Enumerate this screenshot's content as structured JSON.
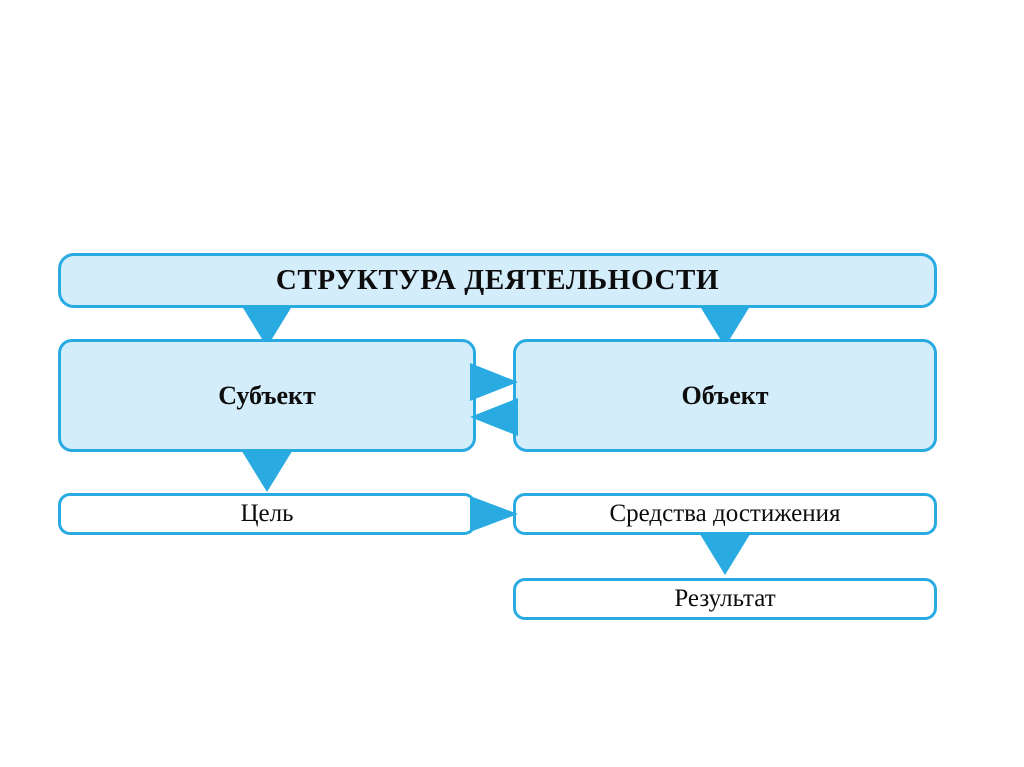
{
  "diagram": {
    "title": "Структура деятельности",
    "type": "flowchart",
    "background_color": "#ffffff",
    "accent_color": "#29abe2",
    "fill_color": "#d4edfb",
    "text_color": "#0d0d0d",
    "nodes": [
      {
        "id": "title",
        "label": "СТРУКТУРА ДЕЯТЕЛЬНОСТИ",
        "fill": "filled",
        "row": 1
      },
      {
        "id": "subject",
        "label": "Субъект",
        "fill": "filled",
        "row": 2
      },
      {
        "id": "object",
        "label": "Объект",
        "fill": "filled",
        "row": 2
      },
      {
        "id": "goal",
        "label": "Цель",
        "fill": "hollow",
        "row": 3
      },
      {
        "id": "means",
        "label": "Средства достижения",
        "fill": "hollow",
        "row": 3
      },
      {
        "id": "result",
        "label": "Результат",
        "fill": "hollow",
        "row": 4
      }
    ],
    "connectors": [
      {
        "id": "title-subject",
        "from": "title",
        "to": "subject",
        "direction": "down",
        "icon": "arrow-down-icon"
      },
      {
        "id": "title-object",
        "from": "title",
        "to": "object",
        "direction": "down",
        "icon": "arrow-down-icon"
      },
      {
        "id": "subject-object",
        "from": "subject",
        "to": "object",
        "direction": "right",
        "icon": "arrow-right-icon"
      },
      {
        "id": "object-subject",
        "from": "object",
        "to": "subject",
        "direction": "left",
        "icon": "arrow-left-icon"
      },
      {
        "id": "subject-goal",
        "from": "subject",
        "to": "goal",
        "direction": "down",
        "icon": "arrow-down-icon"
      },
      {
        "id": "goal-means",
        "from": "goal",
        "to": "means",
        "direction": "right",
        "icon": "arrow-right-icon"
      },
      {
        "id": "means-result",
        "from": "means",
        "to": "result",
        "direction": "down",
        "icon": "arrow-down-icon"
      }
    ]
  }
}
